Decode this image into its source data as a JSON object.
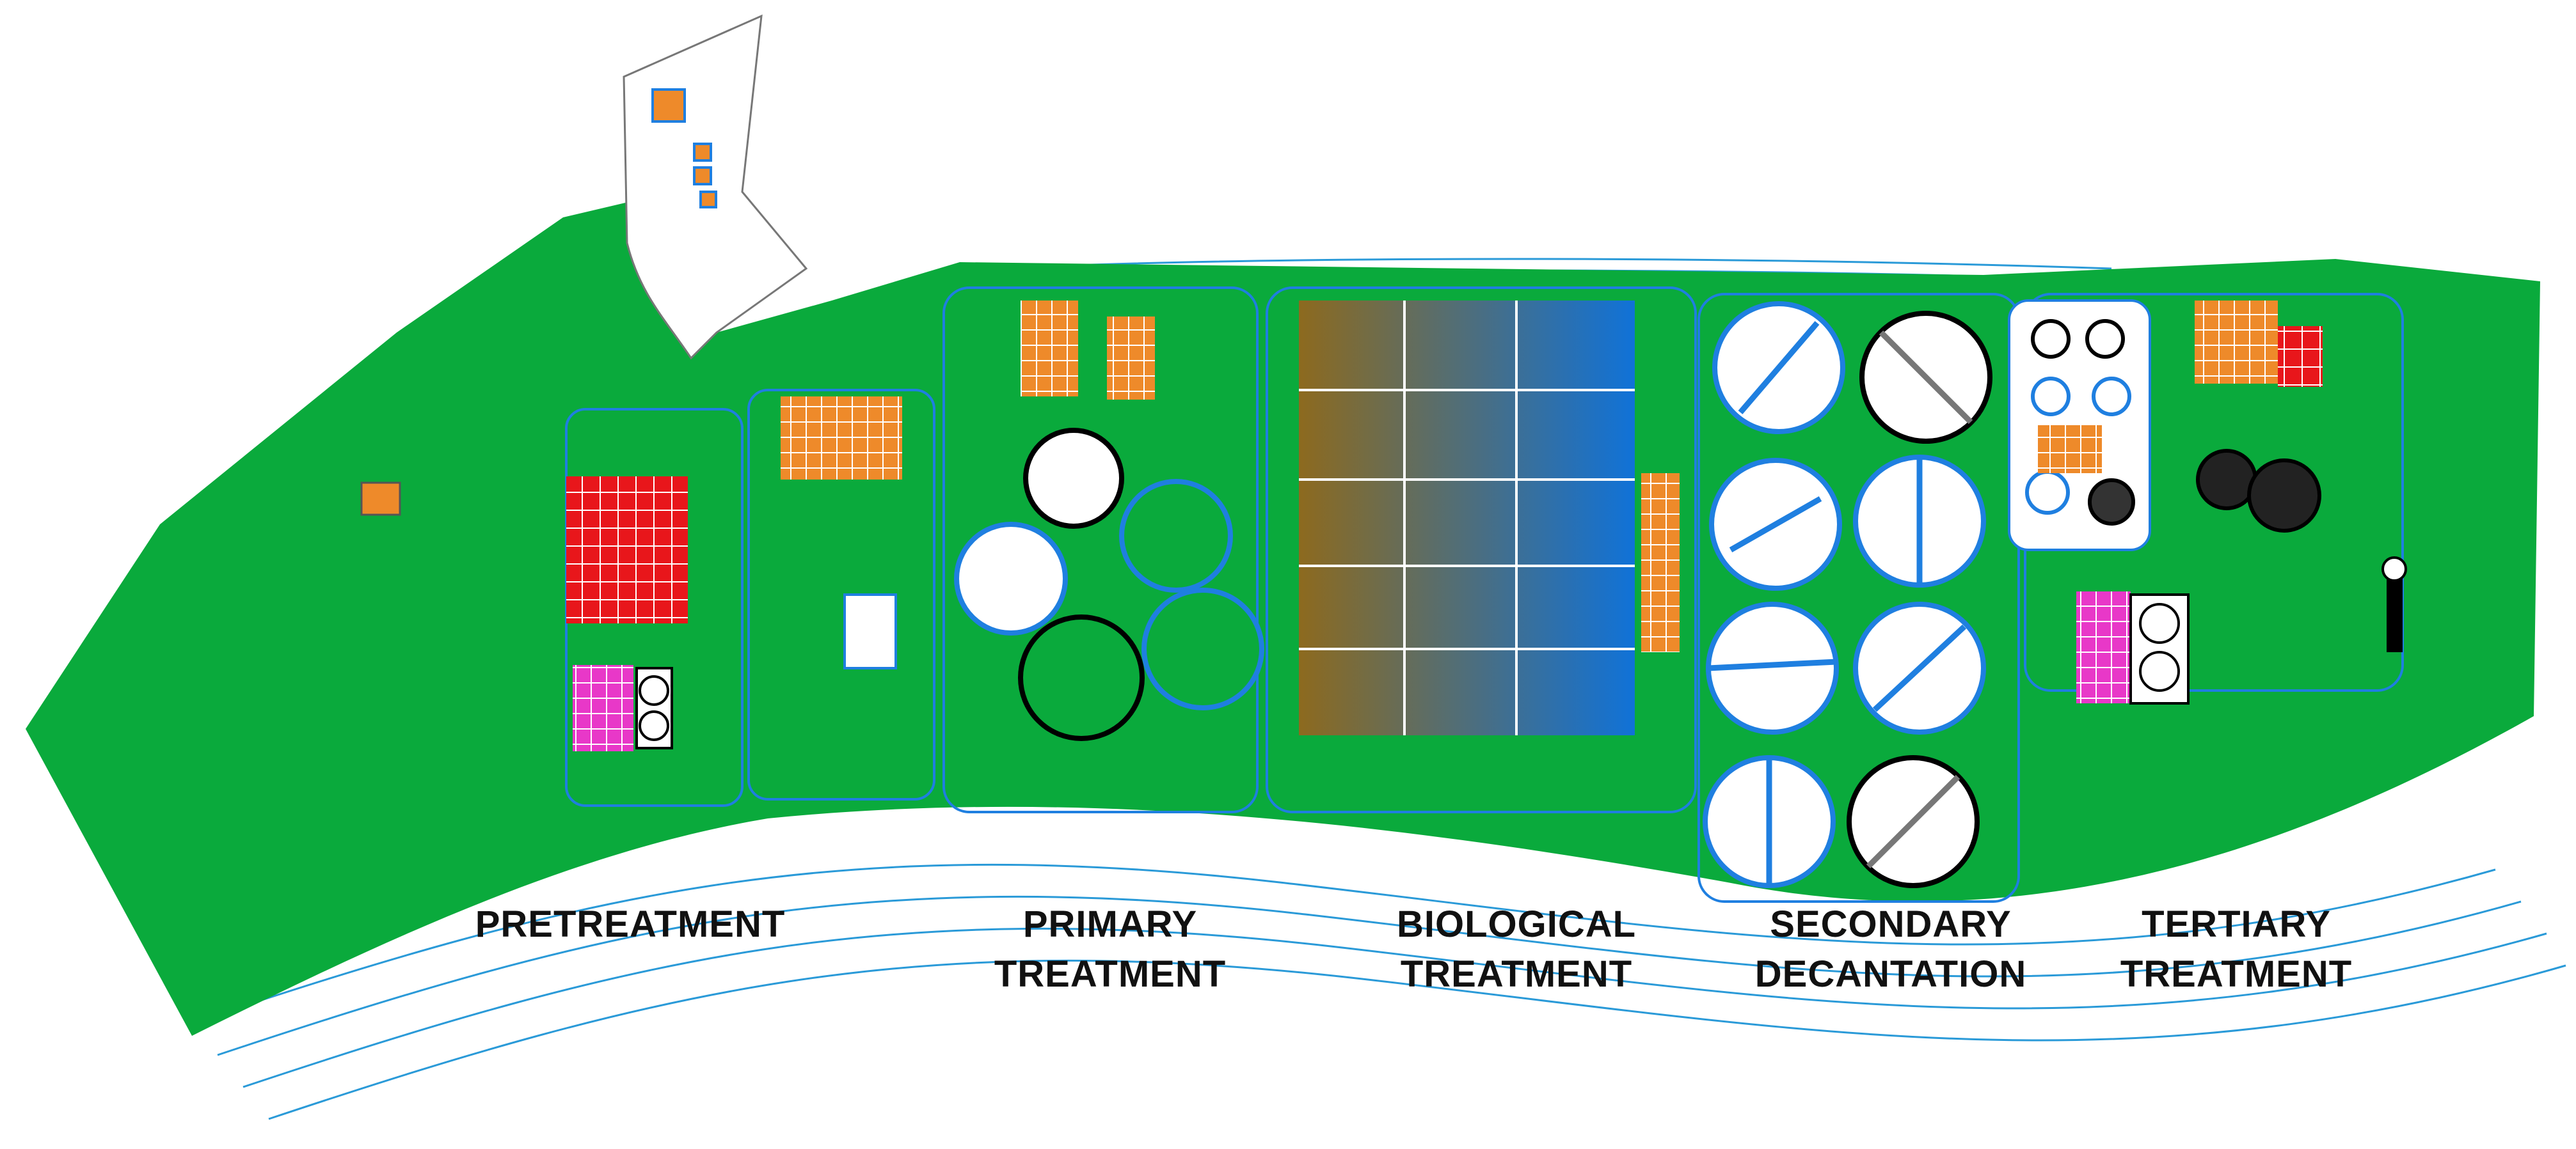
{
  "colors": {
    "ground": "#0aaa3c",
    "road": "#ffffff",
    "water_line": "#2a9ad8",
    "pipe_blue": "#1f7fe0",
    "tank_fill": "#ffffff",
    "clarifier_dark": "#000000",
    "roof_red": "#e8161b",
    "roof_orange": "#ee8a2a",
    "roof_pink": "#e838c8",
    "bio_start": "#8d6a1e",
    "bio_end": "#1072d8",
    "label": "#111111"
  },
  "sections": [
    {
      "id": "pretreatment",
      "lines": [
        "PRETREATMENT"
      ]
    },
    {
      "id": "primary",
      "lines": [
        "PRIMARY",
        "TREATMENT"
      ]
    },
    {
      "id": "biological",
      "lines": [
        "BIOLOGICAL",
        "TREATMENT"
      ]
    },
    {
      "id": "secondary",
      "lines": [
        "SECONDARY",
        "DECANTATION"
      ]
    },
    {
      "id": "tertiary",
      "lines": [
        "TERTIARY",
        "TREATMENT"
      ]
    }
  ]
}
